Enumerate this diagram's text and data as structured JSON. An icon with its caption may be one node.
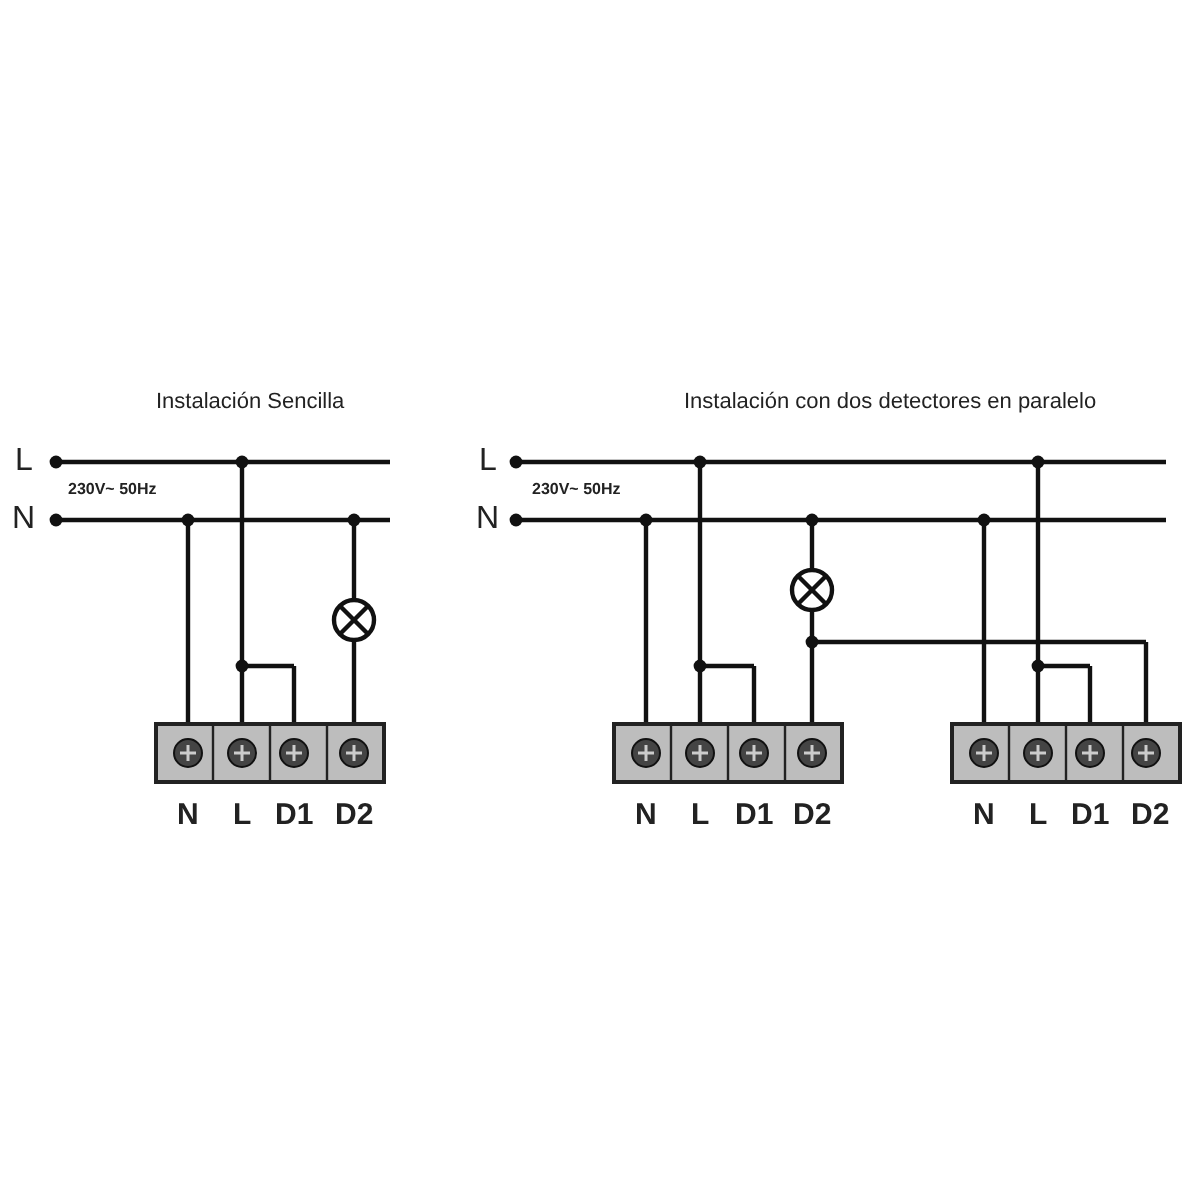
{
  "diagram": {
    "labels": [
      "Instalación Sencilla",
      "Instalación con dos detectores en paralelo",
      "L",
      "L",
      "230V~ 50Hz",
      "230V~ 50Hz",
      "N",
      "N",
      "N",
      "L",
      "D1",
      "D2",
      "N",
      "L",
      "D1",
      "D2",
      "N",
      "L",
      "D1",
      "D2"
    ]
  }
}
